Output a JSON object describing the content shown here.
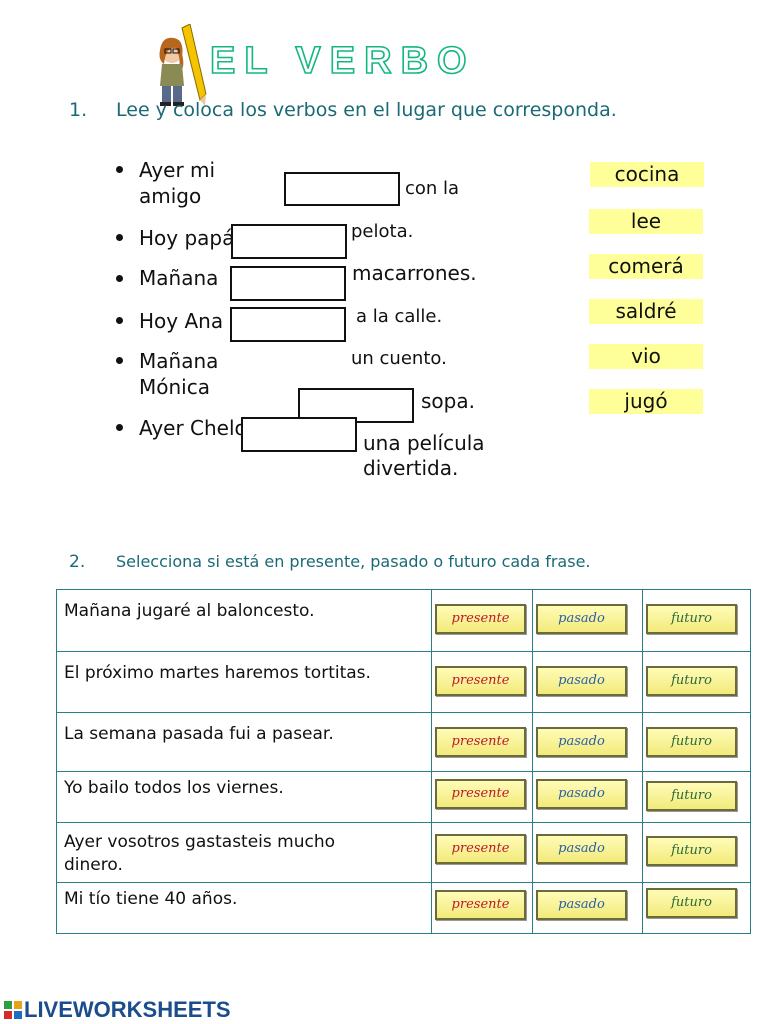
{
  "header": {
    "title": "EL VERBO"
  },
  "question1": {
    "number": "1.",
    "instruction": "Lee y coloca los verbos en el lugar que corresponda.",
    "sentences": [
      {
        "before": "Ayer mi amigo",
        "after": "con la"
      },
      {
        "before": "Hoy papá",
        "after": "pelota."
      },
      {
        "before": "Mañana",
        "after": "macarrones."
      },
      {
        "before": "Hoy Ana",
        "after": "a la calle."
      },
      {
        "before": "Mañana Mónica",
        "after": "un cuento."
      },
      {
        "before": "",
        "after": "sopa."
      },
      {
        "before": "Ayer Chelo",
        "after": "una película divertida."
      }
    ],
    "words": [
      "cocina",
      "lee",
      "comerá",
      "saldré",
      "vio",
      "jugó"
    ]
  },
  "question2": {
    "number": "2.",
    "instruction": "Selecciona si está en presente, pasado o futuro cada frase.",
    "options": {
      "present": "presente",
      "past": "pasado",
      "future": "futuro"
    },
    "rows": [
      "Mañana jugaré al baloncesto.",
      "El próximo martes haremos tortitas.",
      "La semana pasada fui a pasear.",
      "Yo bailo todos los viernes.",
      "Ayer vosotros gastasteis mucho dinero.",
      "Mi tío tiene 40 años."
    ]
  },
  "footer": {
    "brand": "LIVEWORKSHEETS"
  },
  "colors": {
    "title": "#17c98b",
    "instruction": "#1a6a75",
    "word_bg": "#ffff99",
    "table_border": "#2a7f86"
  }
}
